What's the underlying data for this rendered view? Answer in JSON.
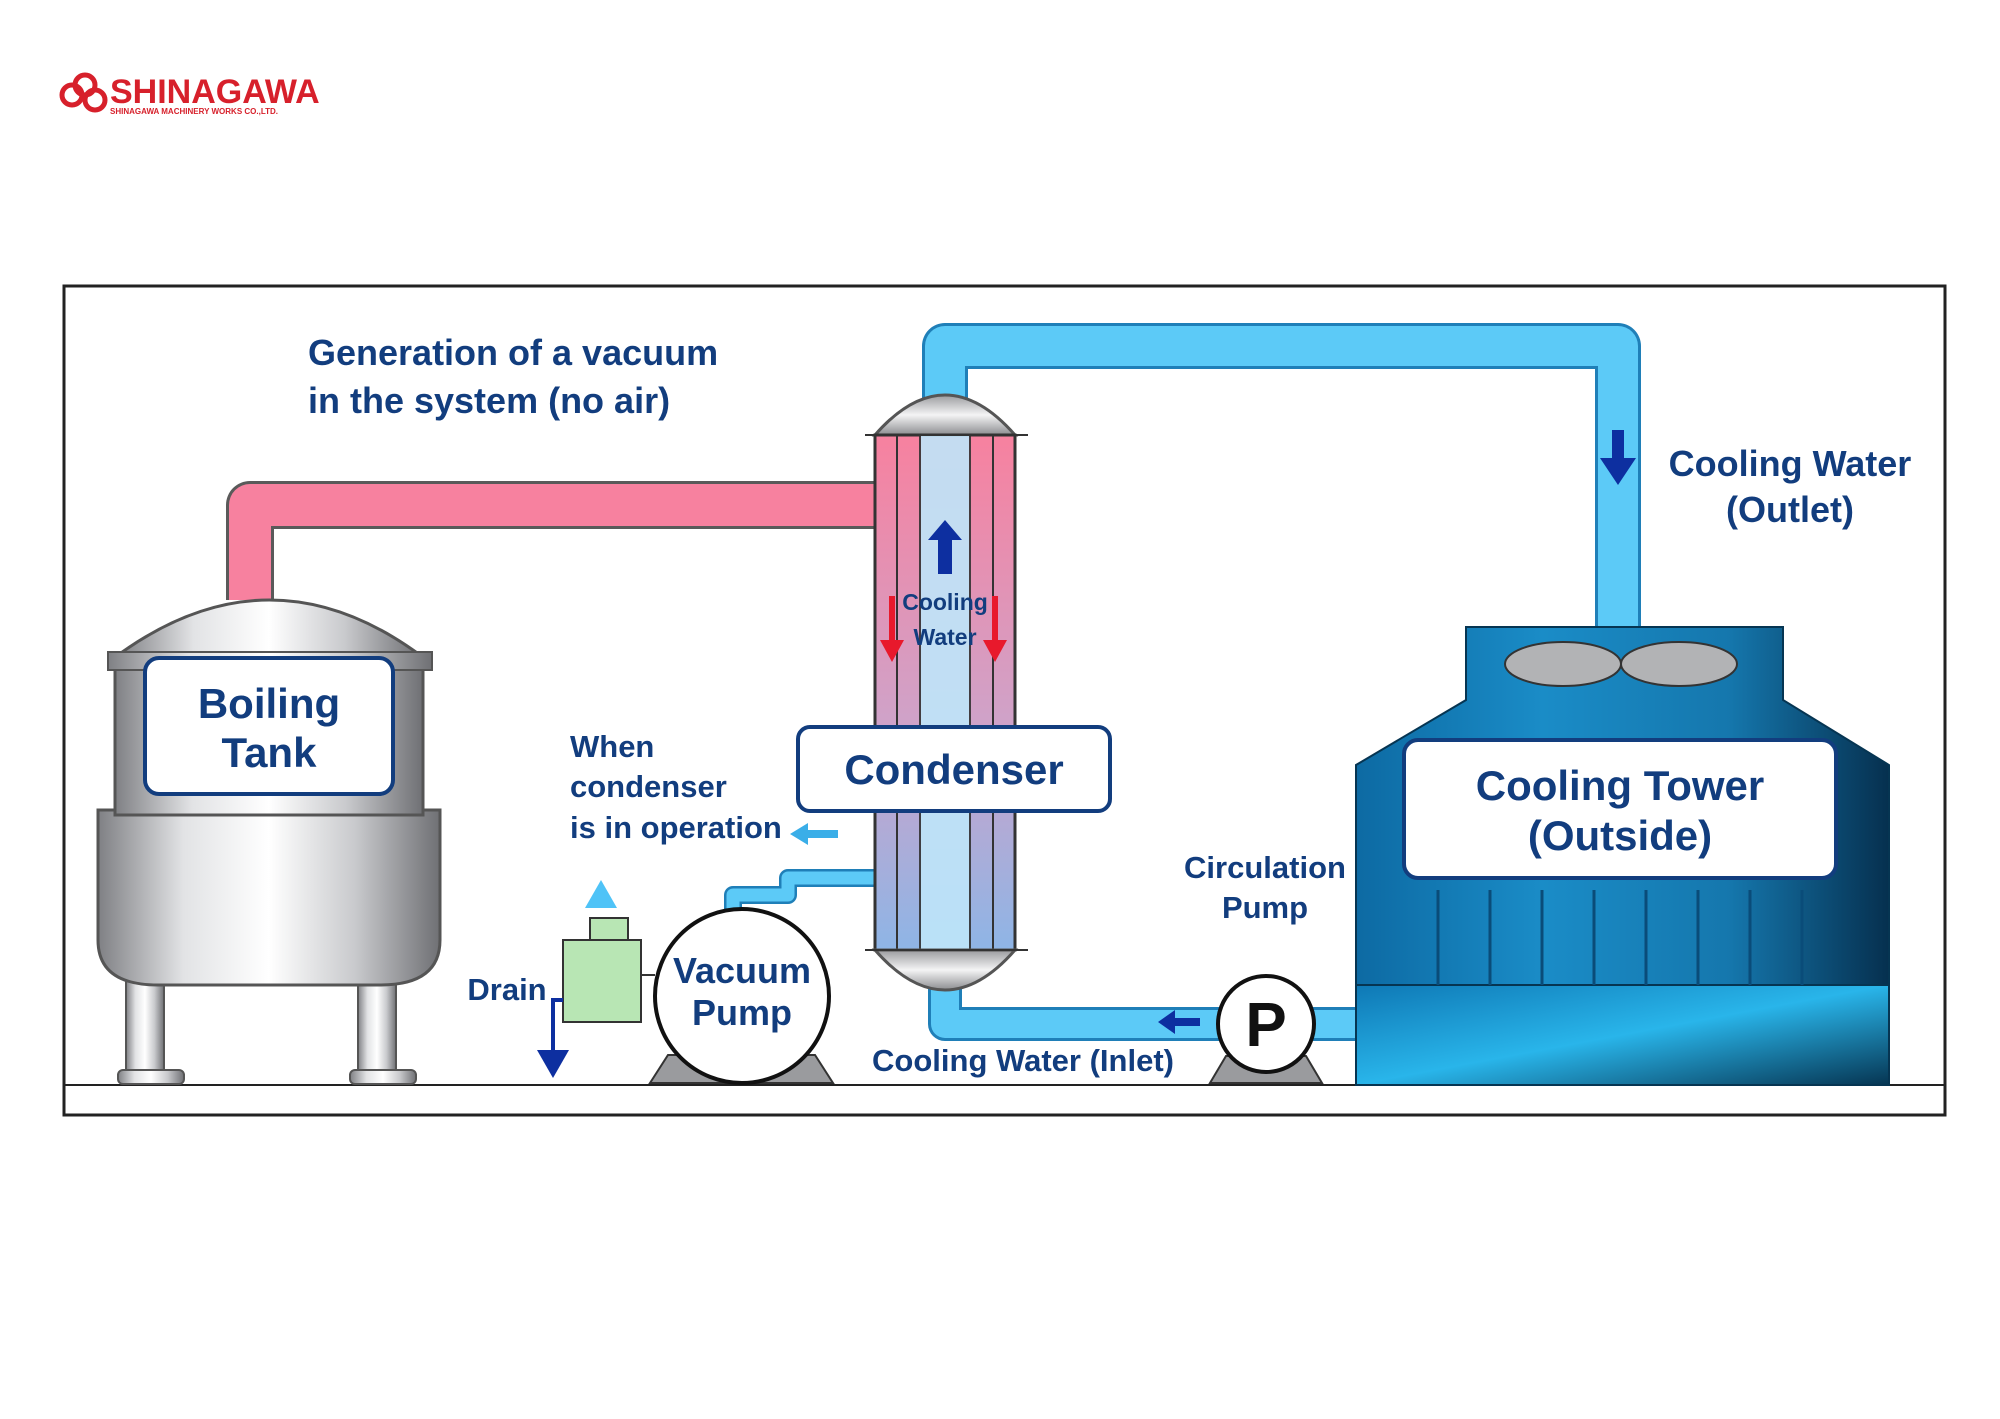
{
  "brand": {
    "name": "SHINAGAWA",
    "subtitle": "SHINAGAWA MACHINERY WORKS CO.,LTD."
  },
  "labels": {
    "vacuum_line1": "Generation of a vacuum",
    "vacuum_line2": "in the system (no air)",
    "cooling_outlet_line1": "Cooling Water",
    "cooling_outlet_line2": "(Outlet)",
    "boiling_tank_line1": "Boiling",
    "boiling_tank_line2": "Tank",
    "condenser": "Condenser",
    "cooling_water_line1": "Cooling",
    "cooling_water_line2": "Water",
    "when_line1": "When",
    "when_line2": "condenser",
    "when_line3": "is in operation",
    "cooling_tower_line1": "Cooling Tower",
    "cooling_tower_line2": "(Outside)",
    "circulation_line1": "Circulation",
    "circulation_line2": "Pump",
    "vacuum_pump_line1": "Vacuum",
    "vacuum_pump_line2": "Pump",
    "drain": "Drain",
    "cooling_inlet": "Cooling Water (Inlet)",
    "pump_symbol": "P"
  },
  "colors": {
    "hot_pipe": "#f7819f",
    "cold_pipe": "#4fc3f7",
    "label_navy": "#123d7e",
    "arrow_navy": "#0d2fa0",
    "arrow_red": "#e8192c",
    "tower_blue": "#1a7fb6",
    "brand_red": "#d7202b"
  },
  "icons": [
    "shinagawa-logo-icon",
    "boiling-tank-icon",
    "condenser-icon",
    "cooling-tower-icon",
    "vacuum-pump-icon",
    "circulation-pump-icon",
    "drain-valve-icon",
    "flow-arrow-icon"
  ]
}
